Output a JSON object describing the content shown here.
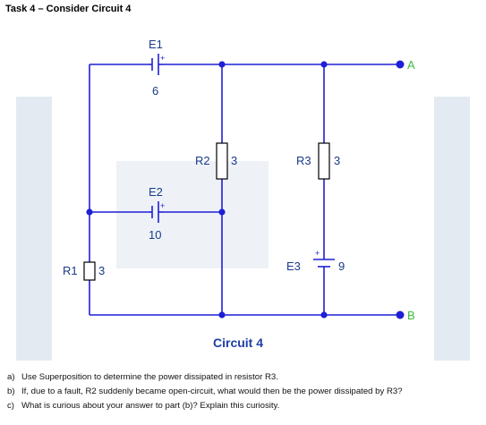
{
  "task_title": "Task 4 – Consider Circuit 4",
  "circuit_title": "Circuit 4",
  "components": {
    "E1": {
      "name": "E1",
      "value": "6"
    },
    "E2": {
      "name": "E2",
      "value": "10"
    },
    "E3": {
      "name": "E3",
      "value": "9"
    },
    "R1": {
      "name": "R1",
      "value": "3"
    },
    "R2": {
      "name": "R2",
      "value": "3"
    },
    "R3": {
      "name": "R3",
      "value": "3"
    }
  },
  "nodes": {
    "A": "A",
    "B": "B"
  },
  "polarity": "+",
  "colors": {
    "wire": "#1f1fd6",
    "terminal": "#3dbb3d",
    "label": "#1a3a8a",
    "watermark": "#e4eaf2"
  },
  "questions": [
    {
      "letter": "a)",
      "text": "Use Superposition to determine the power dissipated in resistor R3."
    },
    {
      "letter": "b)",
      "text": "If, due to a fault, R2 suddenly became open-circuit, what would then be the power dissipated by R3?"
    },
    {
      "letter": "c)",
      "text": "What is curious about your answer to part (b)? Explain this curiosity."
    }
  ]
}
